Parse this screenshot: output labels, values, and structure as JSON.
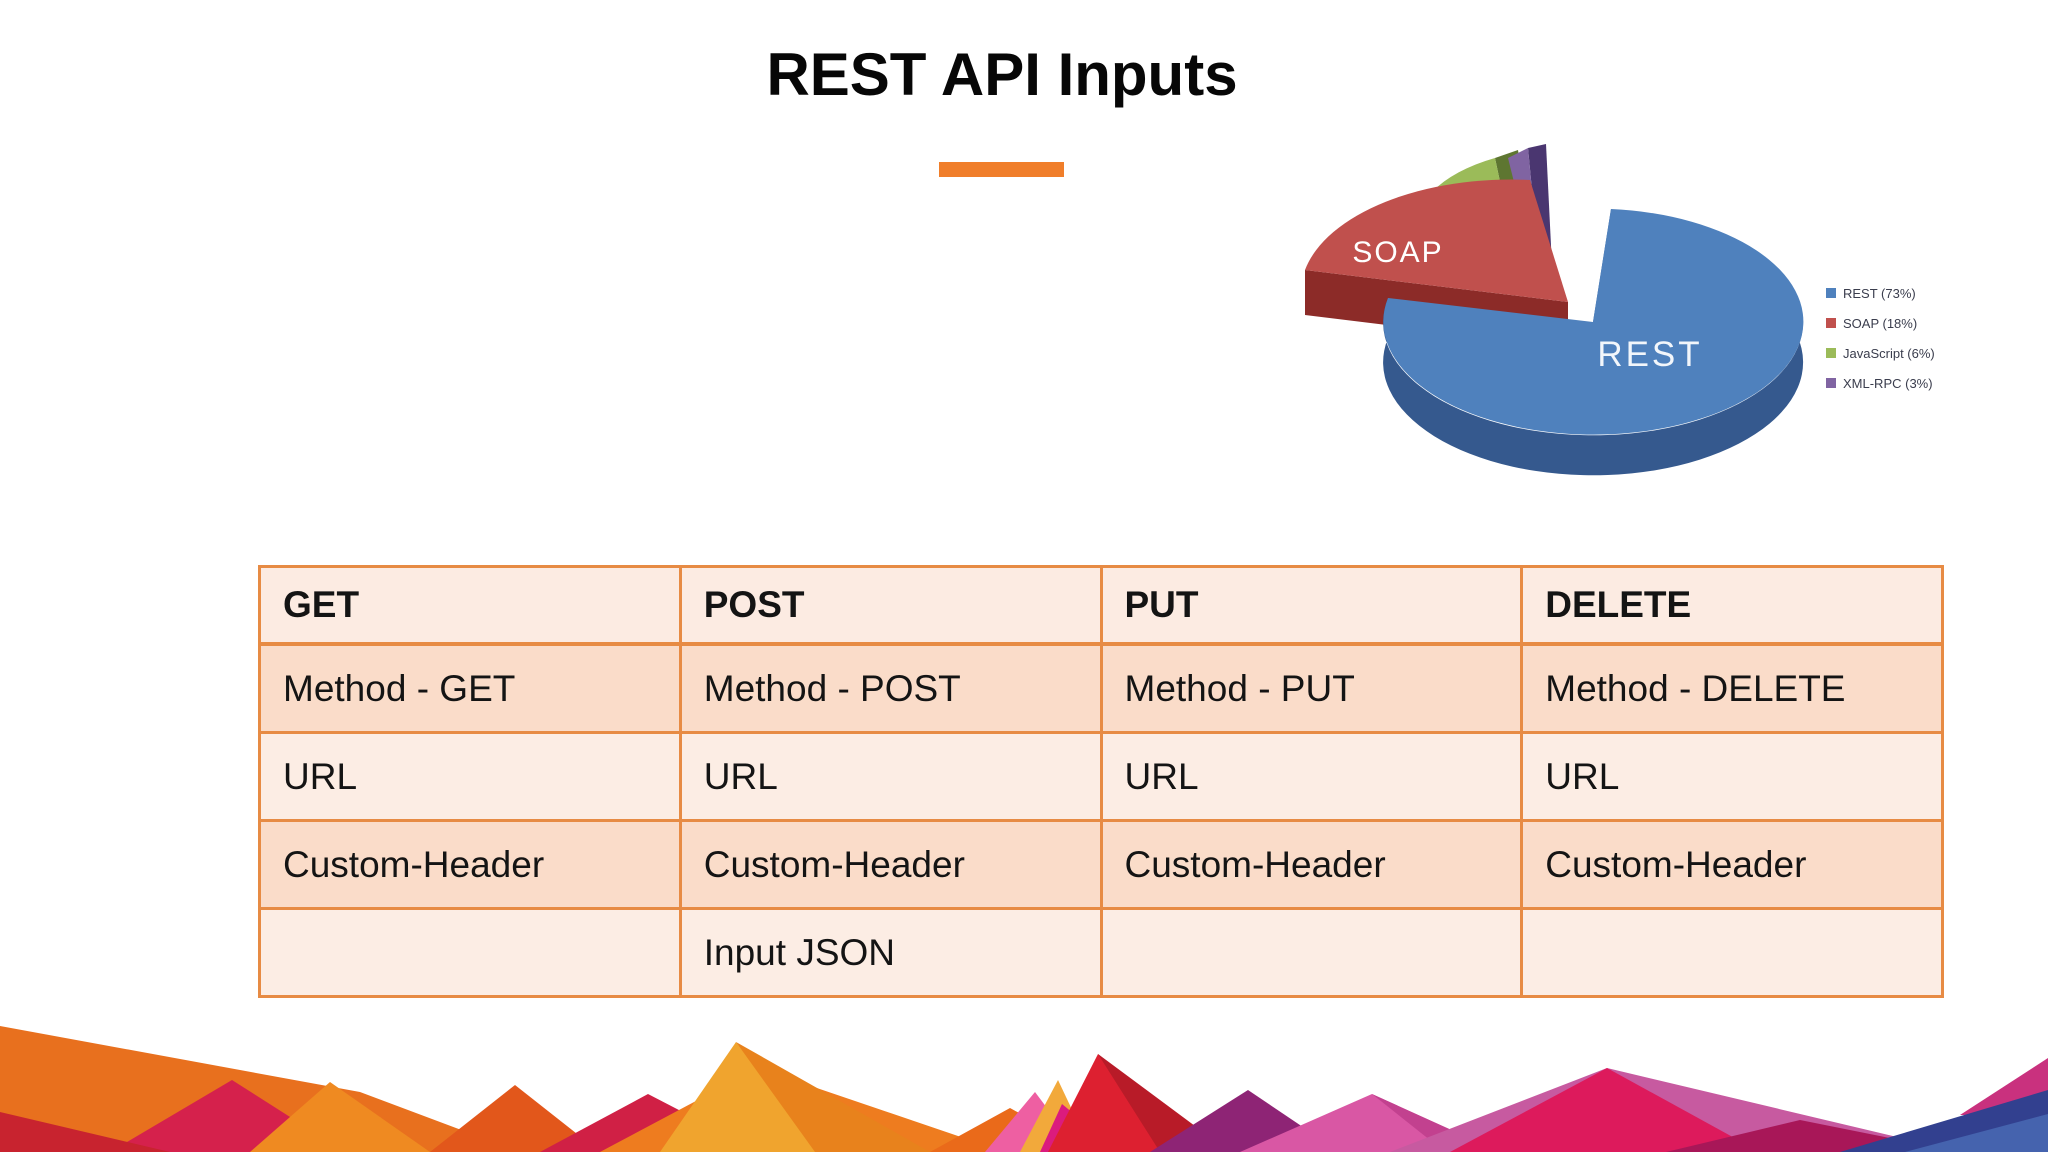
{
  "slide": {
    "title": "REST API Inputs",
    "accent_color": "#F07E2A",
    "background_color": "#ffffff"
  },
  "chart_data": {
    "type": "pie",
    "style": "3d-exploded",
    "labels": [
      "REST",
      "SOAP",
      "JavaScript",
      "XML-RPC"
    ],
    "values": [
      73,
      18,
      6,
      3
    ],
    "unit": "%",
    "colors": [
      "#4F81BD",
      "#C0504D",
      "#9BBB59",
      "#8064A2"
    ],
    "side_colors": [
      "#35598E",
      "#8C2B28",
      "#5E7631",
      "#4A3670"
    ],
    "legend": [
      "REST (73%)",
      "SOAP (18%)",
      "JavaScript (6%)",
      "XML-RPC (3%)"
    ],
    "legend_position": "right",
    "on_slice_labels": [
      "REST",
      "SOAP"
    ]
  },
  "table": {
    "headers": [
      "GET",
      "POST",
      "PUT",
      "DELETE"
    ],
    "rows": [
      [
        "Method - GET",
        "Method - POST",
        "Method - PUT",
        "Method - DELETE"
      ],
      [
        "URL",
        "URL",
        "URL",
        "URL"
      ],
      [
        "Custom-Header",
        "Custom-Header",
        "Custom-Header",
        "Custom-Header"
      ],
      [
        "",
        "Input JSON",
        "",
        ""
      ]
    ],
    "border_color": "#E78B44",
    "header_bg": "#FCEBE2",
    "row_bg_odd": "#FADCC9",
    "row_bg_even": "#FCEDE4"
  }
}
